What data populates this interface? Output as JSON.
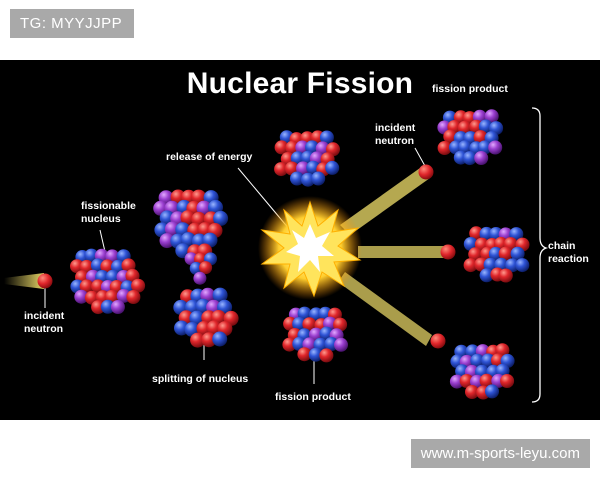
{
  "watermark": {
    "tag": "TG: MYYJJPP",
    "site": "www.m-sports-leyu.com"
  },
  "diagram": {
    "title": "Nuclear Fission",
    "labels": {
      "incident_neutron_left": "incident\nneutron",
      "fissionable_nucleus": "fissionable\nnucleus",
      "release_of_energy": "release of energy",
      "incident_neutron_right": "incident\nneutron",
      "fission_product_top": "fission product",
      "fission_product_bottom": "fission product",
      "splitting_of_nucleus": "splitting of nucleus",
      "chain_reaction": "chain\nreaction"
    },
    "colors": {
      "background": "#000000",
      "proton": "#e0262b",
      "neutron": "#2f54d6",
      "purple": "#9b3fd0",
      "energy": "#ffd43a",
      "neutron_trail": "#f2e06b"
    }
  }
}
